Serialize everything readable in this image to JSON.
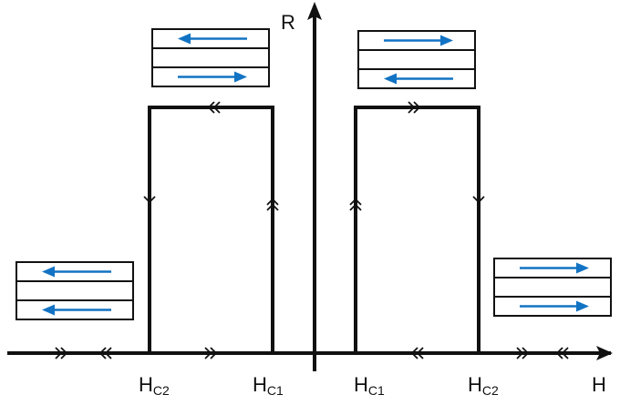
{
  "axes": {
    "y_label": "R",
    "x_label": "H"
  },
  "field_labels": {
    "hc2_left": {
      "main": "H",
      "sub": "C2"
    },
    "hc1_left": {
      "main": "H",
      "sub": "C1"
    },
    "hc1_right": {
      "main": "H",
      "sub": "C1"
    },
    "hc2_right": {
      "main": "H",
      "sub": "C2"
    }
  },
  "magnetization_colors": {
    "arrow": "#1273c4",
    "outline": "#111111"
  },
  "stacks": {
    "top_left": {
      "top": "left",
      "bottom": "right",
      "state": "antiparallel"
    },
    "top_right": {
      "top": "right",
      "bottom": "left",
      "state": "antiparallel"
    },
    "left_low": {
      "top": "left",
      "bottom": "left",
      "state": "parallel"
    },
    "right_low": {
      "top": "right",
      "bottom": "right",
      "state": "parallel"
    }
  }
}
